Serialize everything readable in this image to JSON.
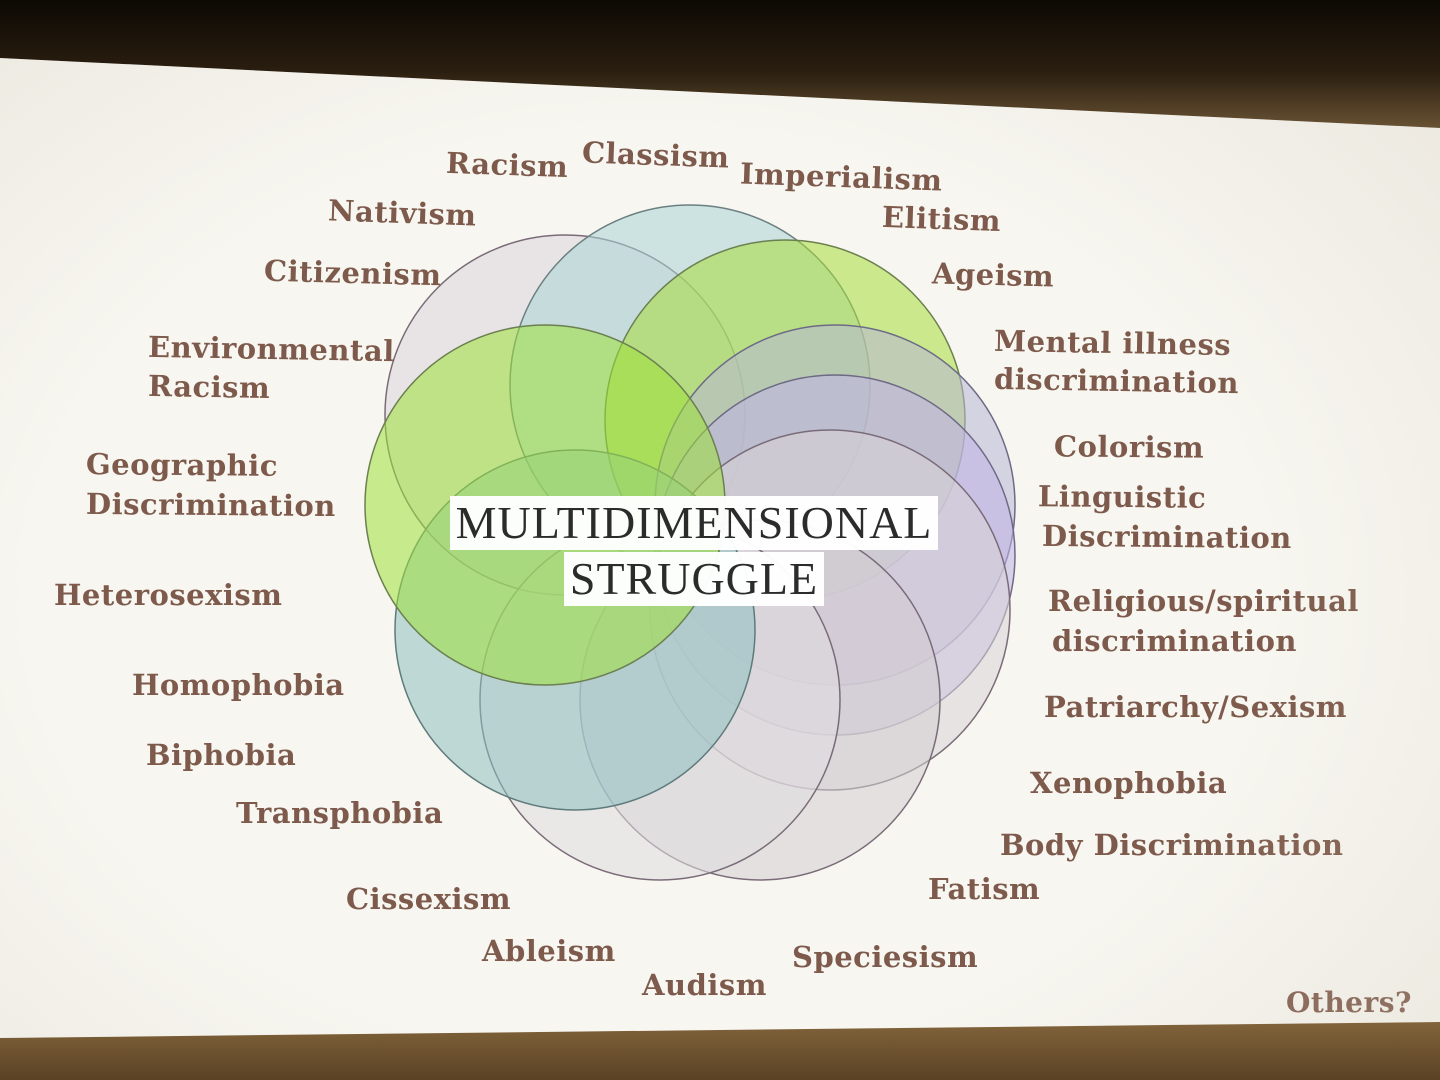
{
  "center_title": {
    "line1": "MULTIDIMENSIONAL",
    "line2": "STRUGGLE"
  },
  "labels": {
    "racism": "Racism",
    "classism": "Classism",
    "imperialism": "Imperialism",
    "nativism": "Nativism",
    "elitism": "Elitism",
    "citizenism": "Citizenism",
    "ageism": "Ageism",
    "environmental_racism_1": "Environmental",
    "environmental_racism_2": "Racism",
    "mental_illness_1": "Mental illness",
    "mental_illness_2": "discrimination",
    "geographic_1": "Geographic",
    "geographic_2": "Discrimination",
    "colorism": "Colorism",
    "linguistic_1": "Linguistic",
    "linguistic_2": "Discrimination",
    "heterosexism": "Heterosexism",
    "religious_1": "Religious/spiritual",
    "religious_2": "discrimination",
    "homophobia": "Homophobia",
    "patriarchy": "Patriarchy/Sexism",
    "biphobia": "Biphobia",
    "xenophobia": "Xenophobia",
    "transphobia": "Transphobia",
    "body_discrimination": "Body Discrimination",
    "cissexism": "Cissexism",
    "fatism": "Fatism",
    "ableism": "Ableism",
    "speciesism": "Speciesism",
    "audism": "Audism",
    "others": "Others?"
  },
  "circle_colors": [
    "#dcd6dc",
    "#a9d3d6",
    "#a8dd3a",
    "#b8b6d6",
    "#bfb2e6",
    "#d9d3d7",
    "#d4cdd2",
    "#e0dde0",
    "#8ebfbf",
    "#9ee03a"
  ]
}
